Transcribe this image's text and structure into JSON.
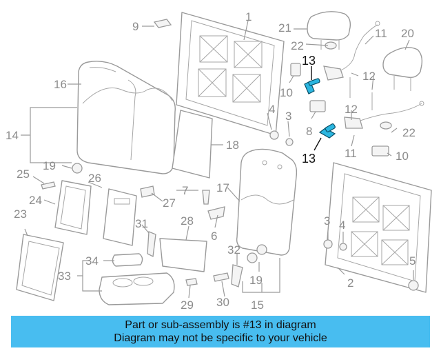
{
  "diagram": {
    "callouts": [
      "1",
      "2",
      "3",
      "4",
      "5",
      "6",
      "7",
      "8",
      "9",
      "10",
      "11",
      "12",
      "13",
      "14",
      "15",
      "16",
      "17",
      "18",
      "19",
      "20",
      "21",
      "22",
      "23",
      "24",
      "25",
      "26",
      "27",
      "28",
      "29",
      "30",
      "31",
      "32",
      "33",
      "34"
    ],
    "highlighted_callout": "13",
    "highlight_color": "#2bb6e0",
    "line_color": "#9a9a9a"
  },
  "caption": {
    "line1": "Part or sub-assembly is #13 in diagram",
    "line2": "Diagram may not be specific to your vehicle",
    "background": "#48bdf0"
  }
}
